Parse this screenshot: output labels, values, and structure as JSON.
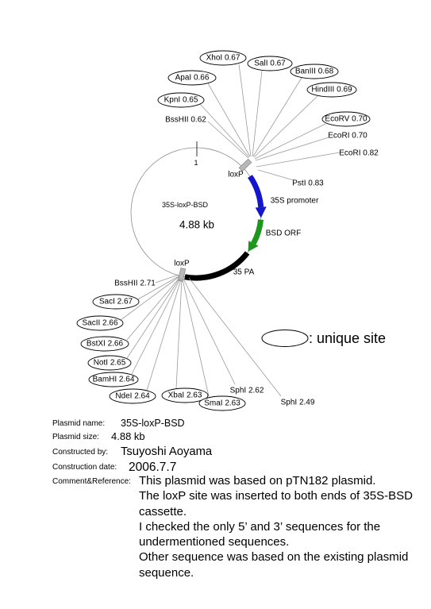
{
  "plasmid": {
    "name": "35S-loxP-BSD",
    "size": "4.88 kb",
    "origin_tick": "1"
  },
  "features": {
    "loxp_top": "loxP",
    "promoter": "35S promoter",
    "orf": "BSD ORF",
    "polya": "35 PA",
    "loxp_bottom": "loxP"
  },
  "colors": {
    "promoter": "#1515cc",
    "orf": "#1e961e",
    "polya": "#000000",
    "backbone": "#8c8c8c",
    "loxp": "#b8b8b8"
  },
  "sites": [
    {
      "label": "XhoI 0.67",
      "unique": true
    },
    {
      "label": "SalI 0.67",
      "unique": true
    },
    {
      "label": "ApaI 0.66",
      "unique": true
    },
    {
      "label": "BanIII 0.68",
      "unique": true
    },
    {
      "label": "KpnI 0.65",
      "unique": true
    },
    {
      "label": "HindIII 0.69",
      "unique": true
    },
    {
      "label": "BssHII 0.62",
      "unique": false
    },
    {
      "label": "EcoRV 0.70",
      "unique": true
    },
    {
      "label": "EcoRI 0.70",
      "unique": false
    },
    {
      "label": "EcoRI 0.82",
      "unique": false
    },
    {
      "label": "PstI 0.83",
      "unique": false
    },
    {
      "label": "BssHII 2.71",
      "unique": false
    },
    {
      "label": "SacI 2.67",
      "unique": true
    },
    {
      "label": "SacII 2.66",
      "unique": true
    },
    {
      "label": "BstXI 2.66",
      "unique": true
    },
    {
      "label": "NotI 2.65",
      "unique": true
    },
    {
      "label": "BamHI 2.64",
      "unique": true
    },
    {
      "label": "NdeI 2.64",
      "unique": true
    },
    {
      "label": "XbaI 2.63",
      "unique": true
    },
    {
      "label": "SmaI 2.63",
      "unique": true
    },
    {
      "label": "SphI 2.62",
      "unique": false
    },
    {
      "label": "SphI 2.49",
      "unique": false
    }
  ],
  "legend": {
    "text": ": unique site"
  },
  "info": {
    "name_label": "Plasmid name:",
    "size_label": "Plasmid size:",
    "constructed_label": "Constructed by:",
    "constructed_value": "Tsuyoshi Aoyama",
    "date_label": "Construction date:",
    "date_value": "2006.7.7",
    "comment_label": "Comment&Reference:",
    "comment_lines": [
      "This plasmid was based on pTN182 plasmid.",
      "The loxP site was inserted to both ends of 35S-BSD",
      "cassette.",
      "I checked the only 5’ and 3’ sequences for the",
      "undermentioned sequences.",
      "Other sequence was based on the existing plasmid",
      "sequence."
    ]
  }
}
